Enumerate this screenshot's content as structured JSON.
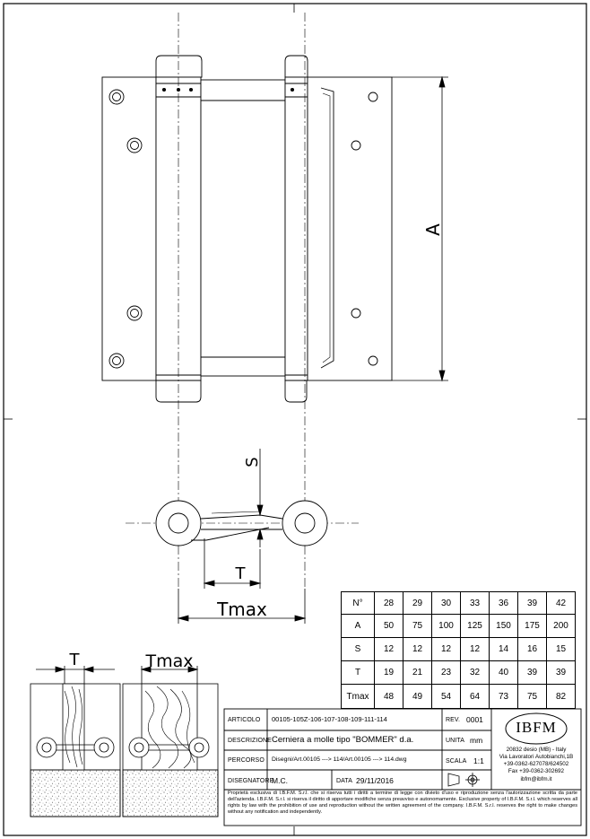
{
  "drawing": {
    "label_A": "A",
    "label_S": "S",
    "label_T": "T",
    "label_Tmax": "Tmax",
    "detail_T": "T",
    "detail_Tmax": "Tmax"
  },
  "dimension_table": {
    "headers": [
      "N°",
      "A",
      "S",
      "T",
      "Tmax"
    ],
    "rows": [
      [
        "28",
        "29",
        "30",
        "33",
        "36",
        "39",
        "42"
      ],
      [
        "50",
        "75",
        "100",
        "125",
        "150",
        "175",
        "200"
      ],
      [
        "12",
        "12",
        "12",
        "12",
        "14",
        "16",
        "15"
      ],
      [
        "19",
        "21",
        "23",
        "32",
        "40",
        "39",
        "39"
      ],
      [
        "48",
        "49",
        "54",
        "64",
        "73",
        "75",
        "82"
      ]
    ]
  },
  "title_block": {
    "articolo_label": "ARTICOLO",
    "articolo_value": "00105-105Z-106-107-108-109-111-114",
    "rev_label": "REV.",
    "rev_value": "0001",
    "descrizione_label": "DESCRIZIONE",
    "descrizione_value": "Cerniera a molle tipo \"BOMMER\" d.a.",
    "unita_label": "UNITA",
    "unita_value": "mm",
    "percorso_label": "PERCORSO",
    "percorso_value": "Disegni/Art.00105 ---> 114/Art.00105 ---> 114.dwg",
    "scala_label": "SCALA",
    "scala_value": "1:1",
    "disegnatore_label": "DISEGNATORE",
    "disegnatore_value": "M.C.",
    "data_label": "DATA",
    "data_value": "29/11/2016",
    "logo_text": "IBFM",
    "address_1": "20832 desio (MB) - Italy",
    "address_2": "Via Lavoratori Autobianchi,1B",
    "phone": "+39-0362-627078/624502",
    "fax": "Fax +39-0362-302692",
    "email": "ibfm@ibfm.it",
    "legal_text": "Proprietà esclusiva di I.B.F.M. S.r.l. che si riserva tutti i diritti a termine di legge con divieto d'uso e riproduzione senza l'autorizzazione scritta da parte dell'azienda. I.B.F.M. S.r.l. si riserva il diritto di apportare modifiche senza preavviso e autonomamente. Exclusive property of I.B.F.M. S.r.l. which reserves all rights by law with the prohibition of use and reproduction without the written agreement of the company. I.B.F.M. S.r.l. reserves the right to make changes without any notification and independently."
  }
}
